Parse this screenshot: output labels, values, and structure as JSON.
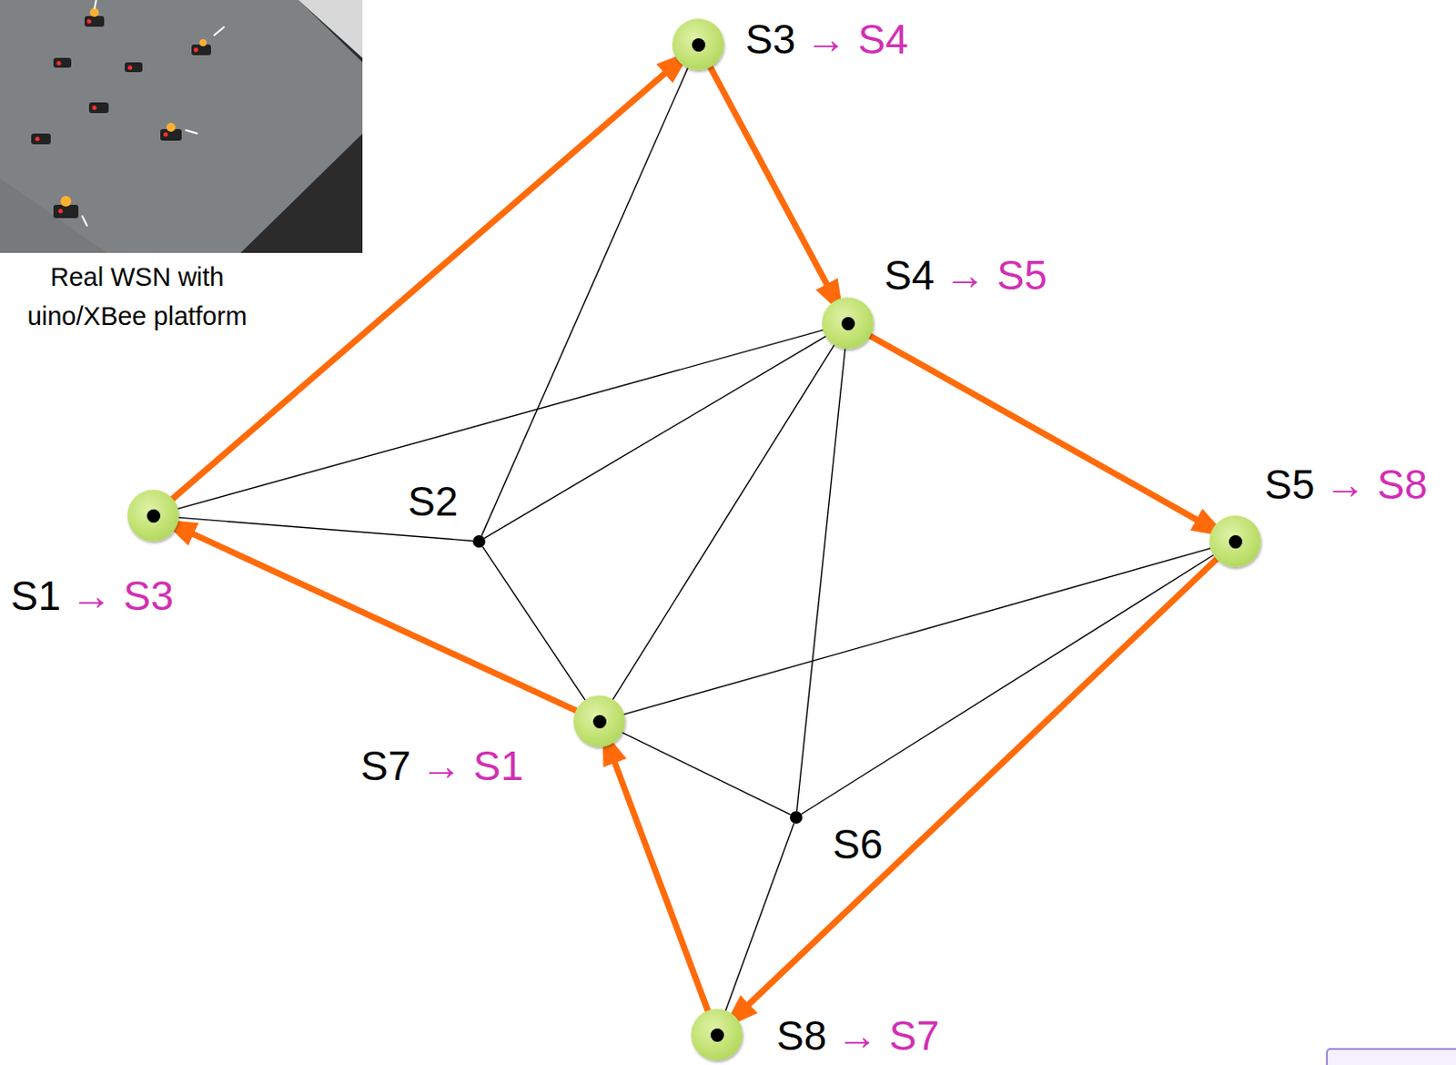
{
  "diagram": {
    "nodes": [
      {
        "text": [
          "S1",
          "→ S3"
        ]
      },
      {
        "text": [
          "S2"
        ]
      },
      {
        "text": [
          "S3",
          "→ S4"
        ]
      },
      {
        "text": [
          "S4",
          "→ S5"
        ]
      },
      {
        "text": [
          "S5",
          "→ S8"
        ]
      },
      {
        "text": [
          "S6"
        ]
      },
      {
        "text": [
          "S7",
          "→ S1"
        ]
      },
      {
        "text": [
          "S8",
          "→ S7"
        ]
      }
    ],
    "edges": [
      {
        "from": 0,
        "to": 1,
        "arrow": "none"
      },
      {
        "from": 0,
        "to": 3,
        "arrow": "none"
      },
      {
        "from": 1,
        "to": 2,
        "arrow": "none"
      },
      {
        "from": 1,
        "to": 3,
        "arrow": "none"
      },
      {
        "from": 1,
        "to": 6,
        "arrow": "none"
      },
      {
        "from": 3,
        "to": 6,
        "arrow": "none"
      },
      {
        "from": 3,
        "to": 5,
        "arrow": "none"
      },
      {
        "from": 6,
        "to": 4,
        "arrow": "none"
      },
      {
        "from": 6,
        "to": 5,
        "arrow": "none"
      },
      {
        "from": 4,
        "to": 5,
        "arrow": "none"
      },
      {
        "from": 5,
        "to": 7,
        "arrow": "none"
      },
      {
        "from": 0,
        "to": 2,
        "arrow": "to"
      },
      {
        "from": 2,
        "to": 3,
        "arrow": "to"
      },
      {
        "from": 3,
        "to": 4,
        "arrow": "to"
      },
      {
        "from": 4,
        "to": 7,
        "arrow": "to"
      },
      {
        "from": 7,
        "to": 6,
        "arrow": "to"
      },
      {
        "from": 6,
        "to": 0,
        "arrow": "to"
      }
    ],
    "labels": [
      "Real WSN with uino/XBee platform"
    ]
  }
}
